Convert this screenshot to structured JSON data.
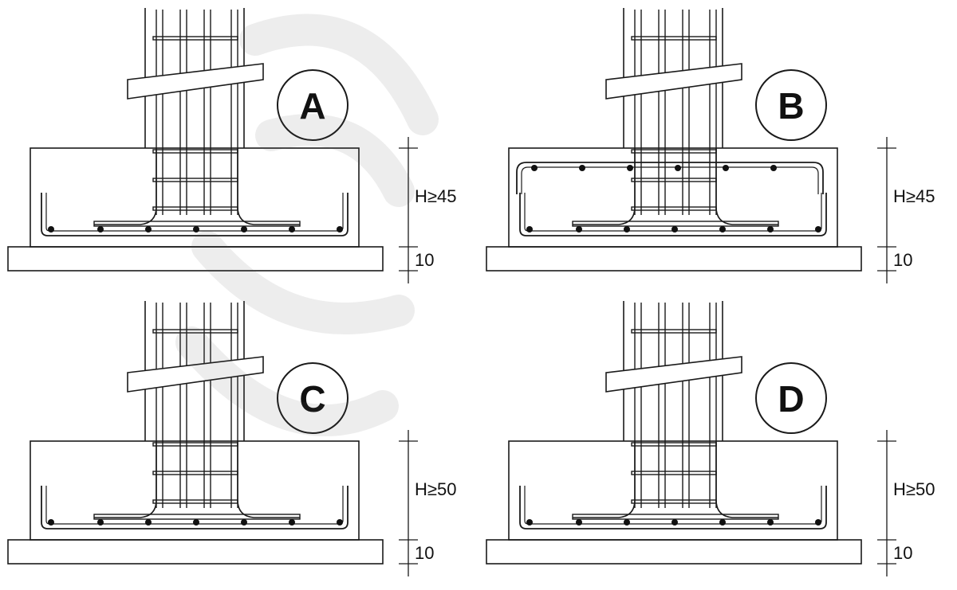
{
  "panels": [
    {
      "id": "A",
      "label": "A",
      "height_label": "H≥45",
      "cover_label": "10",
      "variant": "open"
    },
    {
      "id": "B",
      "label": "B",
      "height_label": "H≥45",
      "cover_label": "10",
      "variant": "closed"
    },
    {
      "id": "C",
      "label": "C",
      "height_label": "H≥50",
      "cover_label": "10",
      "variant": "open"
    },
    {
      "id": "D",
      "label": "D",
      "height_label": "H≥50",
      "cover_label": "10",
      "variant": "open"
    }
  ]
}
